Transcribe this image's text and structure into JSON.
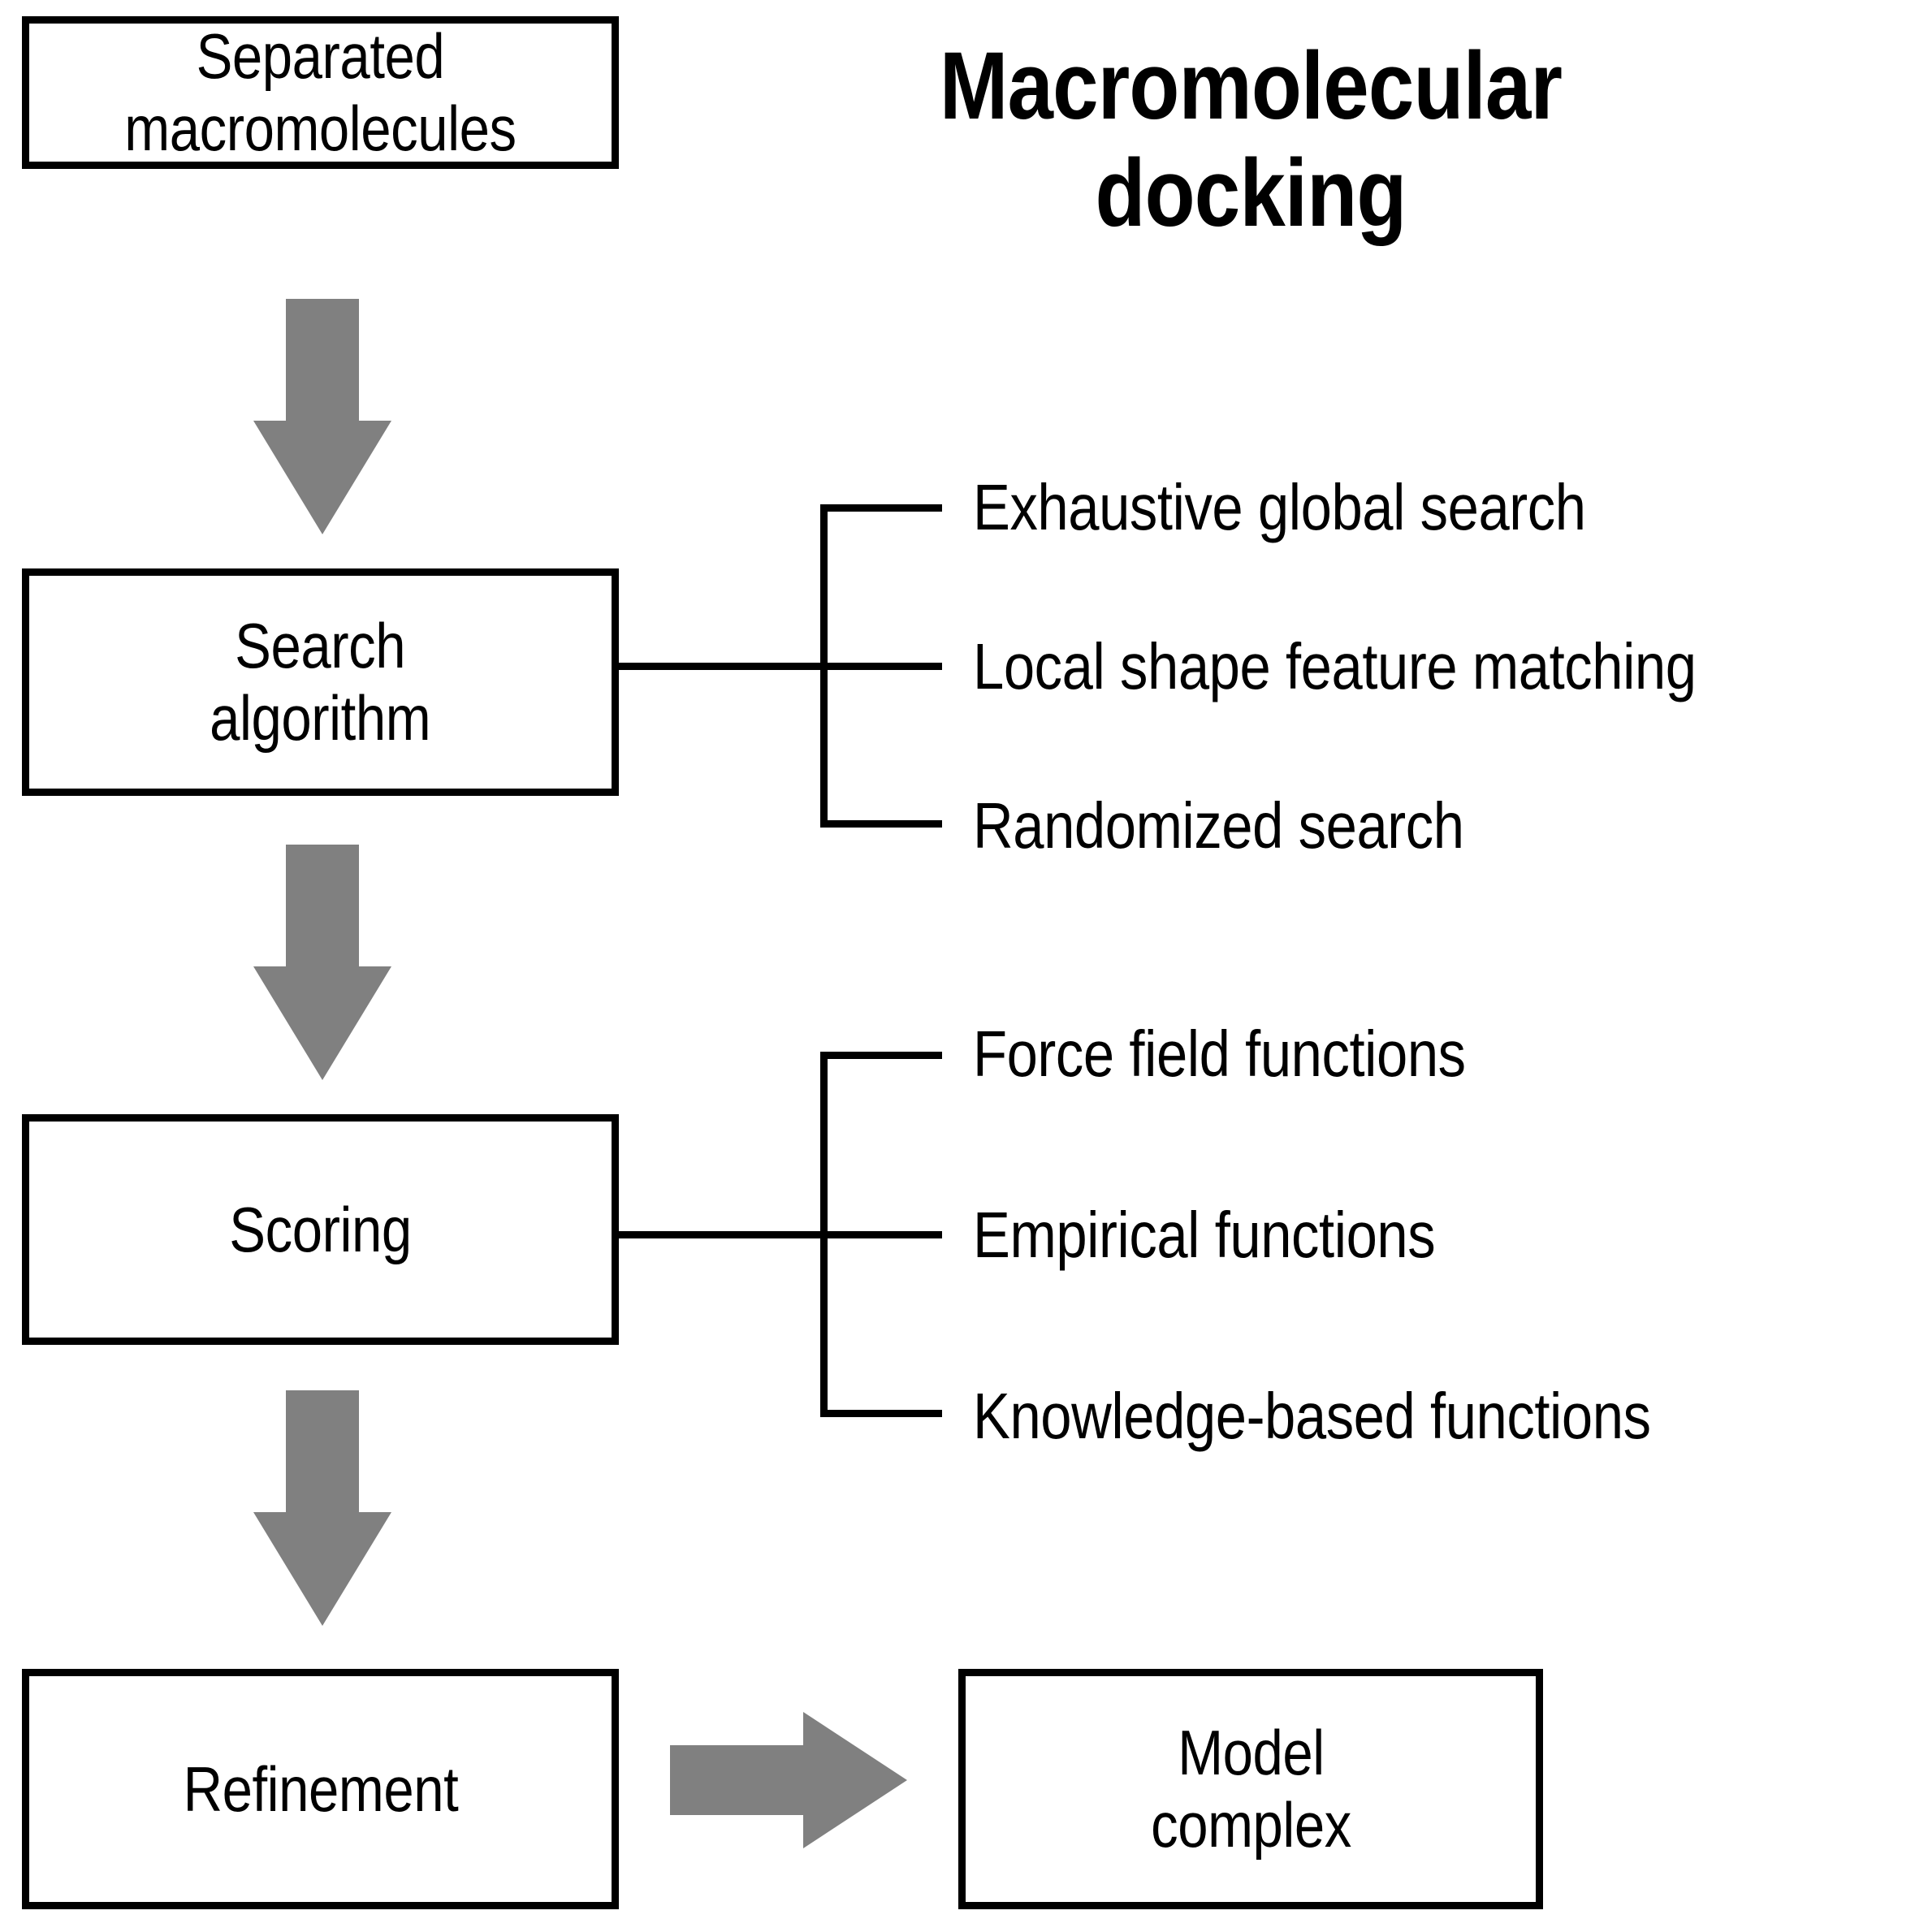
{
  "title": "Macromolecular\ndocking",
  "flow": {
    "boxes": [
      {
        "id": "separated",
        "label": "Separated\nmacromolecules"
      },
      {
        "id": "search",
        "label": "Search\nalgorithm"
      },
      {
        "id": "scoring",
        "label": "Scoring"
      },
      {
        "id": "refinement",
        "label": "Refinement"
      },
      {
        "id": "model_complex",
        "label": "Model\ncomplex"
      }
    ],
    "arrows": [
      {
        "id": "arrow_1",
        "direction": "down",
        "from": "separated",
        "to": "search"
      },
      {
        "id": "arrow_2",
        "direction": "down",
        "from": "search",
        "to": "scoring"
      },
      {
        "id": "arrow_3",
        "direction": "down",
        "from": "scoring",
        "to": "refinement"
      },
      {
        "id": "arrow_4",
        "direction": "right",
        "from": "refinement",
        "to": "model_complex"
      }
    ]
  },
  "branches": {
    "search_algorithm": [
      "Exhaustive global search",
      "Local shape feature matching",
      "Randomized search"
    ],
    "scoring": [
      "Force field functions",
      "Empirical functions",
      "Knowledge-based functions"
    ]
  },
  "colors": {
    "stroke": "#000000",
    "arrow_gray": "#808080",
    "background": "#ffffff"
  }
}
